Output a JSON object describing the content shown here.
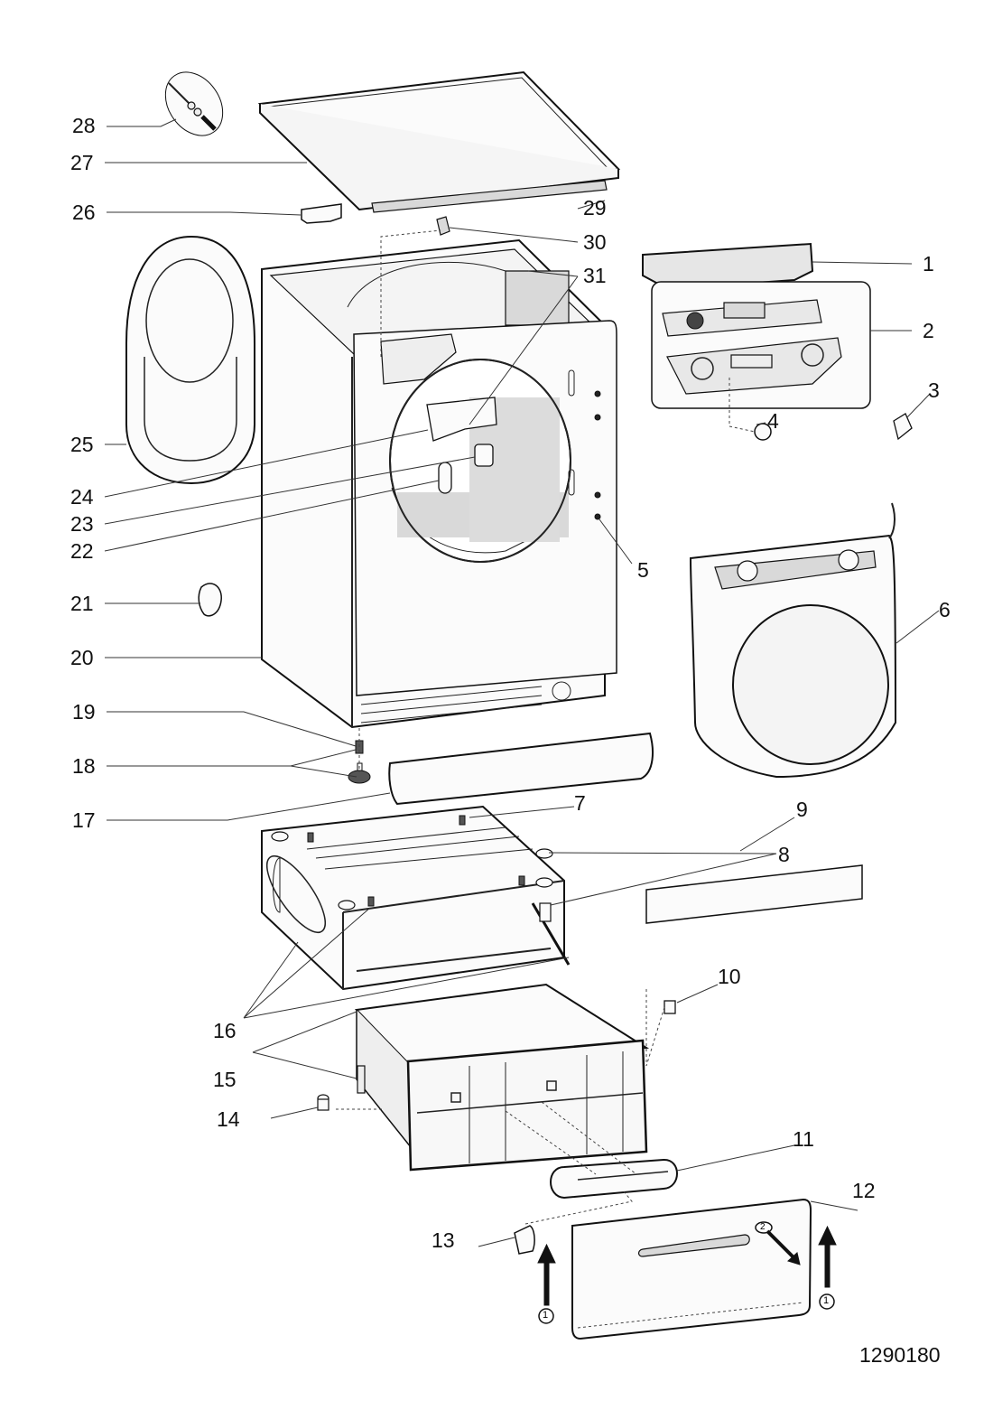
{
  "title": "Washer-dryer exploded parts diagram",
  "drawing_number": "1290180",
  "callouts": [
    {
      "id": 1,
      "label": "1",
      "part": "control-panel-cover"
    },
    {
      "id": 2,
      "label": "2",
      "part": "control-board-assembly"
    },
    {
      "id": 3,
      "label": "3",
      "part": "connector"
    },
    {
      "id": 4,
      "label": "4",
      "part": "knob"
    },
    {
      "id": 5,
      "label": "5",
      "part": "screws"
    },
    {
      "id": 6,
      "label": "6",
      "part": "front-panel-with-door"
    },
    {
      "id": 7,
      "label": "7",
      "part": "pedestal-foot-stud"
    },
    {
      "id": 8,
      "label": "8",
      "part": "foot-pads"
    },
    {
      "id": 9,
      "label": "9",
      "part": "plinth-panel"
    },
    {
      "id": 10,
      "label": "10",
      "part": "clip"
    },
    {
      "id": 11,
      "label": "11",
      "part": "drawer-handle"
    },
    {
      "id": 12,
      "label": "12",
      "part": "drawer-front-panel"
    },
    {
      "id": 13,
      "label": "13",
      "part": "drawer-stop"
    },
    {
      "id": 14,
      "label": "14",
      "part": "pin"
    },
    {
      "id": 15,
      "label": "15",
      "part": "drawer"
    },
    {
      "id": 16,
      "label": "16",
      "part": "pedestal-frame"
    },
    {
      "id": 17,
      "label": "17",
      "part": "kickplate"
    },
    {
      "id": 18,
      "label": "18",
      "part": "adjustable-foot"
    },
    {
      "id": 19,
      "label": "19",
      "part": "spring"
    },
    {
      "id": 20,
      "label": "20",
      "part": "cabinet"
    },
    {
      "id": 21,
      "label": "21",
      "part": "door-catch"
    },
    {
      "id": 22,
      "label": "22",
      "part": "door-latch"
    },
    {
      "id": 23,
      "label": "23",
      "part": "cover-cap"
    },
    {
      "id": 24,
      "label": "24",
      "part": "label-plate"
    },
    {
      "id": 25,
      "label": "25",
      "part": "door-seal-panel"
    },
    {
      "id": 26,
      "label": "26",
      "part": "bracket"
    },
    {
      "id": 27,
      "label": "27",
      "part": "worktop"
    },
    {
      "id": 28,
      "label": "28",
      "part": "fixing-kit"
    },
    {
      "id": 29,
      "label": "29",
      "part": "worktop-strip"
    },
    {
      "id": 30,
      "label": "30",
      "part": "clip"
    },
    {
      "id": 31,
      "label": "31",
      "part": "internal-panels"
    }
  ],
  "markers": {
    "step_1": "1",
    "step_2": "2"
  }
}
